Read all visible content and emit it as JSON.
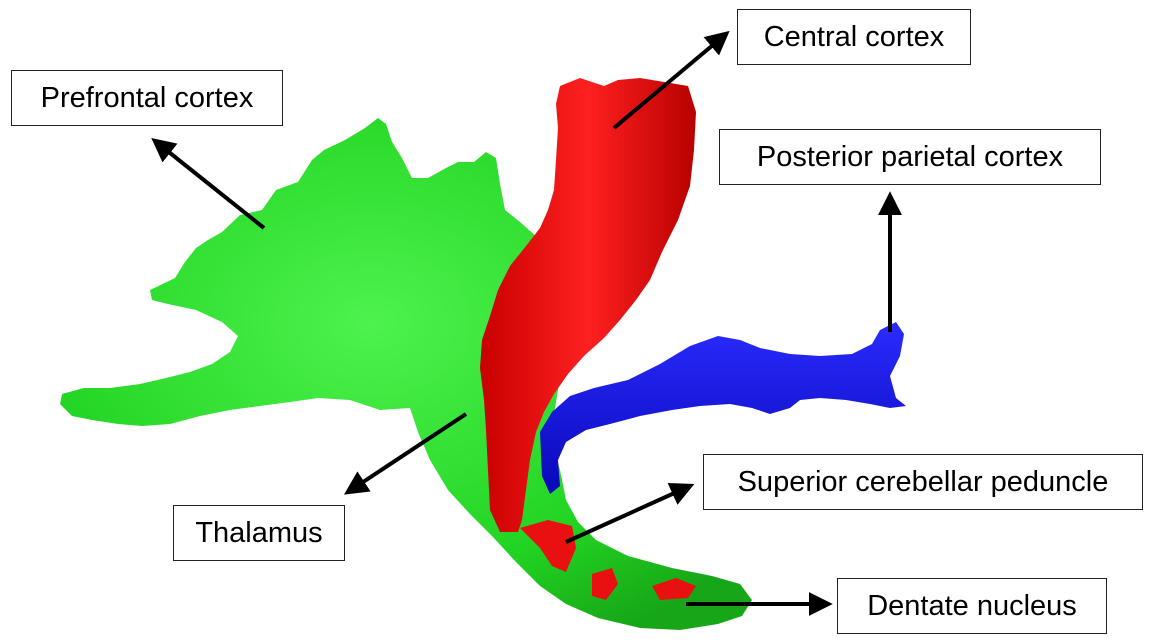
{
  "colors": {
    "pathway_green": "#22dd22",
    "pathway_red": "#ee1111",
    "pathway_blue": "#1111dd",
    "arrow": "#000000",
    "label_border": "#222222"
  },
  "labels": {
    "prefrontal": "Prefrontal cortex",
    "central": "Central cortex",
    "posterior_parietal": "Posterior parietal cortex",
    "superior_cerebellar": "Superior cerebellar peduncle",
    "thalamus": "Thalamus",
    "dentate": "Dentate nucleus"
  }
}
